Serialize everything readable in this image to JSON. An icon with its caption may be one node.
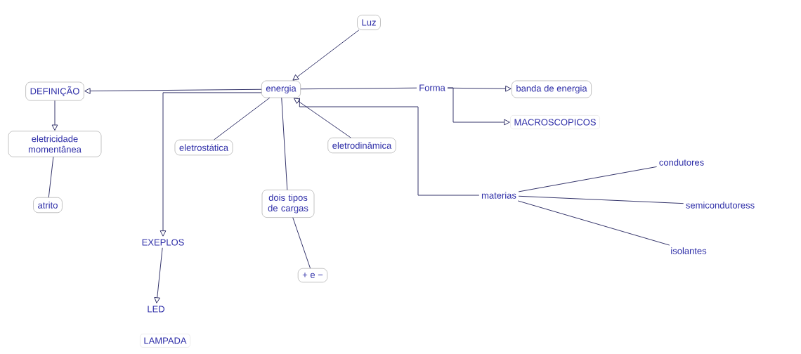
{
  "diagram": {
    "nodes": [
      {
        "text": [
          "Luz"
        ]
      },
      {
        "text": [
          "energia"
        ]
      },
      {
        "text": [
          "DEFINIÇÃO"
        ]
      },
      {
        "text": [
          "eletricidade momentânea"
        ]
      },
      {
        "text": [
          "atrito"
        ]
      },
      {
        "text": [
          "eletrostática"
        ]
      },
      {
        "text": [
          "eletrodinâmica"
        ]
      },
      {
        "text": [
          "dois tipos de cargas"
        ]
      },
      {
        "text": [
          "+ e −"
        ]
      },
      {
        "text": [
          "EXEPLOS"
        ]
      },
      {
        "text": [
          "LED"
        ]
      },
      {
        "text": [
          "LAMPADA"
        ]
      },
      {
        "text": [
          "Forma"
        ]
      },
      {
        "text": [
          "banda de energia"
        ]
      },
      {
        "text": [
          "MACROSCOPICOS"
        ]
      },
      {
        "text": [
          "materias"
        ]
      },
      {
        "text": [
          "condutores"
        ]
      },
      {
        "text": [
          "semicondutoress"
        ]
      },
      {
        "text": [
          "isolantes"
        ]
      }
    ],
    "edges": [
      {
        "from": 0,
        "to": 1,
        "arrow": "to"
      },
      {
        "from": 1,
        "to": 2,
        "arrow": "to"
      },
      {
        "from": 2,
        "to": 3,
        "arrow": "to"
      },
      {
        "from": 3,
        "to": 4,
        "arrow": "none"
      },
      {
        "from": 1,
        "to": 9,
        "arrow": "to"
      },
      {
        "from": 1,
        "to": 5,
        "arrow": "none"
      },
      {
        "from": 1,
        "to": 7,
        "arrow": "none"
      },
      {
        "from": 6,
        "to": 1,
        "arrow": "to"
      },
      {
        "from": 1,
        "to": 12,
        "arrow": "none"
      },
      {
        "from": 12,
        "to": 13,
        "arrow": "to"
      },
      {
        "from": 12,
        "to": 14,
        "arrow": "to"
      },
      {
        "from": 1,
        "to": 15,
        "arrow": "none"
      },
      {
        "from": 7,
        "to": 8,
        "arrow": "none"
      },
      {
        "from": 9,
        "to": 10,
        "arrow": "to"
      },
      {
        "from": 15,
        "to": 16,
        "arrow": "none"
      },
      {
        "from": 15,
        "to": 17,
        "arrow": "none"
      },
      {
        "from": 15,
        "to": 18,
        "arrow": "none"
      }
    ]
  }
}
